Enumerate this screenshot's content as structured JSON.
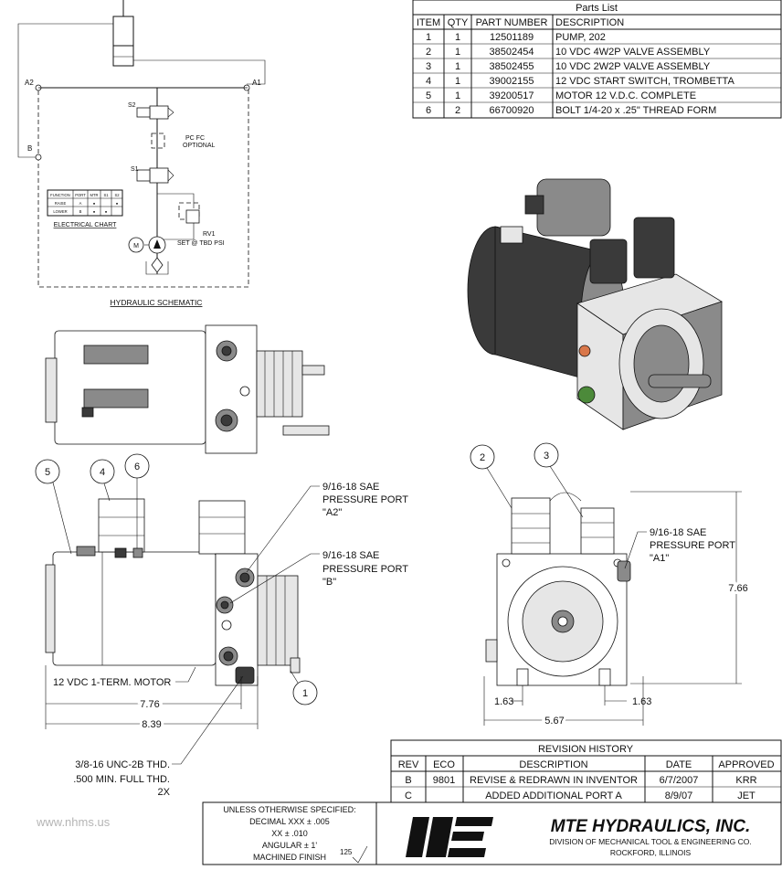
{
  "parts_list": {
    "title": "Parts List",
    "headers": [
      "ITEM",
      "QTY",
      "PART NUMBER",
      "DESCRIPTION"
    ],
    "rows": [
      [
        "1",
        "1",
        "12501189",
        "PUMP, 202"
      ],
      [
        "2",
        "1",
        "38502454",
        "10 VDC 4W2P VALVE ASSEMBLY"
      ],
      [
        "3",
        "1",
        "38502455",
        "10 VDC 2W2P VALVE ASSEMBLY"
      ],
      [
        "4",
        "1",
        "39002155",
        "12 VDC START SWITCH, TROMBETTA"
      ],
      [
        "5",
        "1",
        "39200517",
        "MOTOR 12 V.D.C. COMPLETE"
      ],
      [
        "6",
        "2",
        "66700920",
        "BOLT 1/4-20 x .25\" THREAD FORM"
      ]
    ]
  },
  "schematic": {
    "title": "HYDRAULIC SCHEMATIC",
    "labels": {
      "a2": "A2",
      "a1": "A1",
      "b": "B",
      "s2": "S2",
      "s1": "S1",
      "pcfc": "PC FC",
      "optional": "OPTIONAL",
      "rv1": "RV1",
      "set": "SET @ TBD PSI",
      "motor": "M"
    },
    "electrical_chart": {
      "title": "ELECTRICAL CHART",
      "headers": [
        "FUNCTION",
        "PORT",
        "MTR",
        "S1",
        "S2"
      ],
      "rows": [
        [
          "RAISE",
          "A",
          "●",
          "",
          "●"
        ],
        [
          "LOWER",
          "B",
          "●",
          "●",
          ""
        ]
      ]
    }
  },
  "callouts": {
    "c1": "1",
    "c2": "2",
    "c3": "3",
    "c4": "4",
    "c5": "5",
    "c6": "6",
    "port_a2": [
      "9/16-18 SAE",
      "PRESSURE PORT",
      "\"A2\""
    ],
    "port_b": [
      "9/16-18 SAE",
      "PRESSURE PORT",
      "\"B\""
    ],
    "port_a1": [
      "9/16-18 SAE",
      "PRESSURE PORT",
      "\"A1\""
    ],
    "motor": "12 VDC 1-TERM. MOTOR",
    "thread": [
      "3/8-16 UNC-2B THD.",
      ".500 MIN. FULL THD.",
      "2X"
    ]
  },
  "dimensions": {
    "d776": "7.76",
    "d839": "8.39",
    "d766": "7.66",
    "d163a": "1.63",
    "d163b": "1.63",
    "d567": "5.67"
  },
  "revision_history": {
    "title": "REVISION HISTORY",
    "headers": [
      "REV",
      "ECO",
      "DESCRIPTION",
      "DATE",
      "APPROVED"
    ],
    "rows": [
      [
        "B",
        "9801",
        "REVISE & REDRAWN IN INVENTOR",
        "6/7/2007",
        "KRR"
      ],
      [
        "C",
        "",
        "ADDED ADDITIONAL PORT A",
        "8/9/07",
        "JET"
      ]
    ]
  },
  "tolerance_block": {
    "lines": [
      "UNLESS OTHERWISE SPECIFIED:",
      "DECIMAL XXX ± .005",
      "XX ± .010",
      "ANGULAR ±  1'",
      "MACHINED FINISH"
    ],
    "finish": "125"
  },
  "title_block": {
    "company": "MTE HYDRAULICS, INC.",
    "division": "DIVISION OF MECHANICAL TOOL & ENGINEERING CO.",
    "location": "ROCKFORD, ILLINOIS"
  },
  "watermark": "www.nhms.us"
}
